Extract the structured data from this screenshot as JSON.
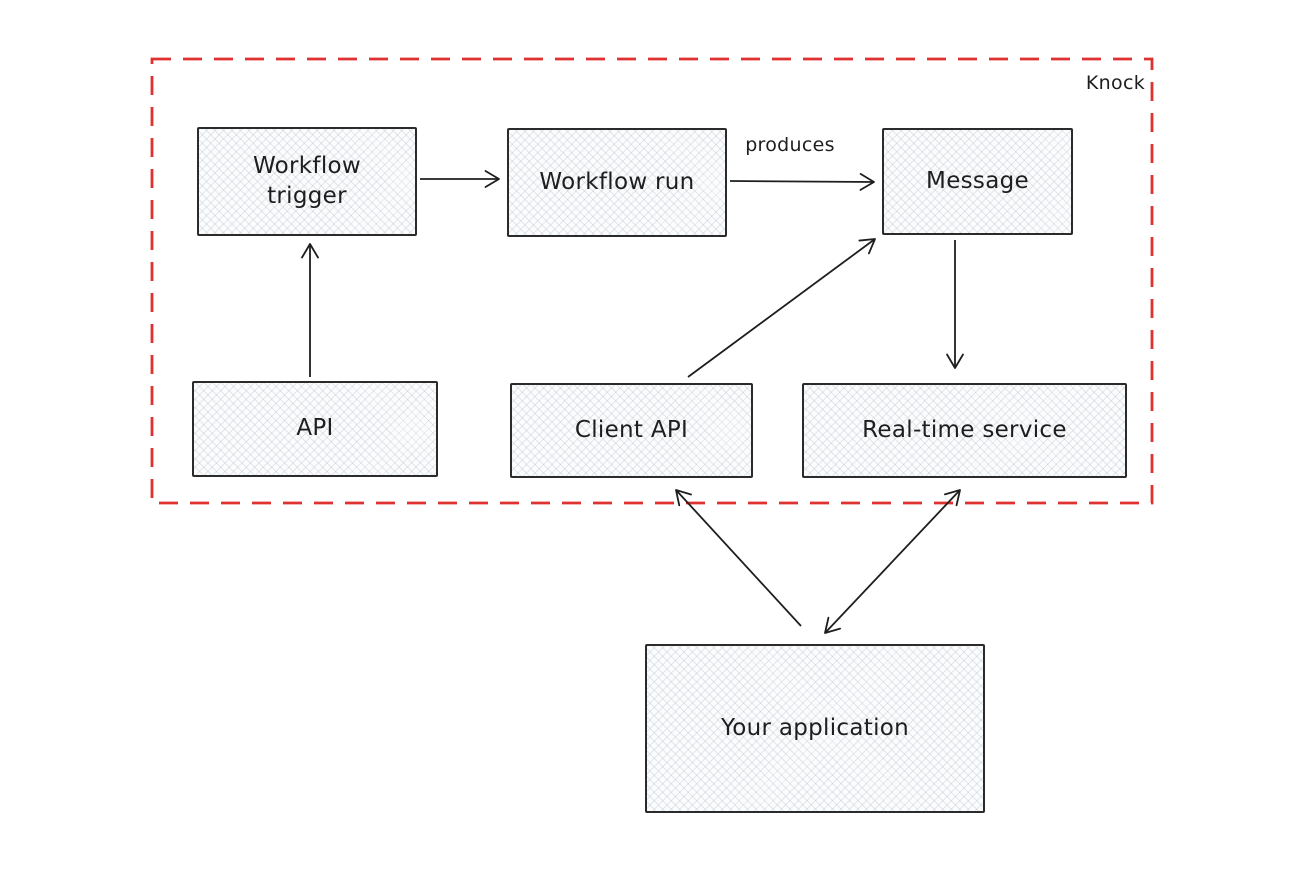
{
  "container": {
    "label": "Knock",
    "border_color": "#e03131"
  },
  "nodes": {
    "workflow_trigger": {
      "label": "Workflow trigger"
    },
    "workflow_run": {
      "label": "Workflow run"
    },
    "message": {
      "label": "Message"
    },
    "api": {
      "label": "API"
    },
    "client_api": {
      "label": "Client API"
    },
    "realtime_service": {
      "label": "Real-time service"
    },
    "your_application": {
      "label": "Your application"
    }
  },
  "edges": [
    {
      "from": "api",
      "to": "workflow_trigger",
      "label": "",
      "arrows": "end"
    },
    {
      "from": "workflow_trigger",
      "to": "workflow_run",
      "label": "",
      "arrows": "end"
    },
    {
      "from": "workflow_run",
      "to": "message",
      "label": "produces",
      "arrows": "end"
    },
    {
      "from": "client_api",
      "to": "message",
      "label": "",
      "arrows": "end"
    },
    {
      "from": "message",
      "to": "realtime_service",
      "label": "",
      "arrows": "end"
    },
    {
      "from": "your_application",
      "to": "client_api",
      "label": "",
      "arrows": "end"
    },
    {
      "from": "your_application",
      "to": "realtime_service",
      "label": "",
      "arrows": "both"
    }
  ],
  "colors": {
    "accent_red": "#e03131",
    "box_border": "#2b2b2b",
    "box_fill": "#fbfcfd",
    "text": "#1e1e1e",
    "background": "#ffffff"
  }
}
